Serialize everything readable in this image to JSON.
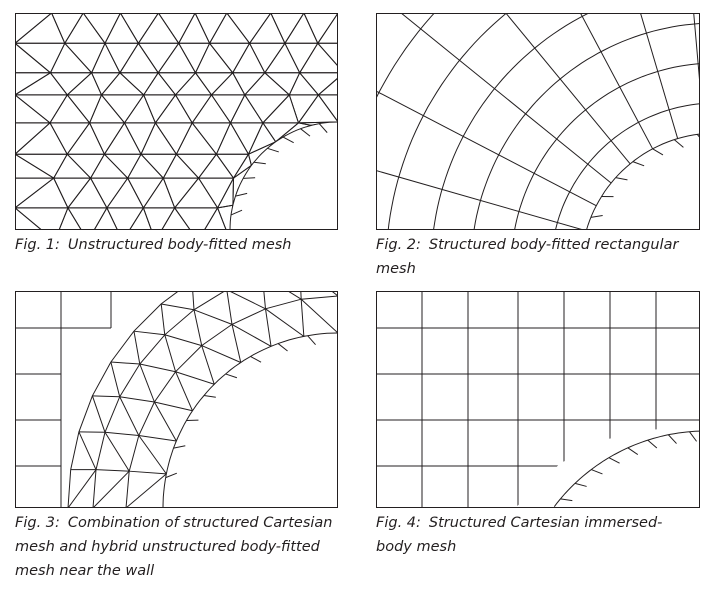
{
  "figures": [
    {
      "id": "fig1",
      "label": "Fig. 1:",
      "caption": "Unstructured body-fitted mesh"
    },
    {
      "id": "fig2",
      "label": "Fig. 2:",
      "caption": "Structured body-fitted rectangular mesh"
    },
    {
      "id": "fig3",
      "label": "Fig. 3:",
      "caption": "Combination of structured Cartesian mesh and hybrid unstructured body-fitted mesh near the wall"
    },
    {
      "id": "fig4",
      "label": "Fig. 4:",
      "caption": "Structured Cartesian immersed-body mesh"
    }
  ],
  "colors": {
    "line": "#231f20",
    "background": "#ffffff"
  }
}
